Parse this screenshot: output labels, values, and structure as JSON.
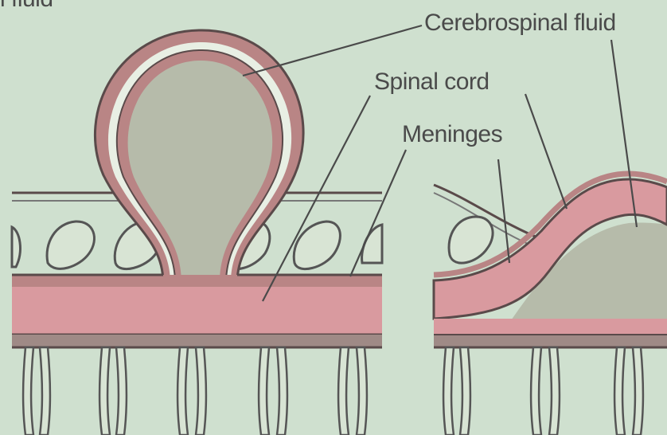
{
  "labels": {
    "top_left": "l fluid",
    "cerebrospinal_fluid": "Cerebrospinal fluid",
    "spinal_cord": "Spinal cord",
    "meninges": "Meninges"
  },
  "colors": {
    "background": "#cfe0cf",
    "cord_pink": "#d99a9f",
    "membrane_pink": "#b98585",
    "fluid_grey": "#b6bbaa",
    "outline": "#5a4a4a"
  }
}
